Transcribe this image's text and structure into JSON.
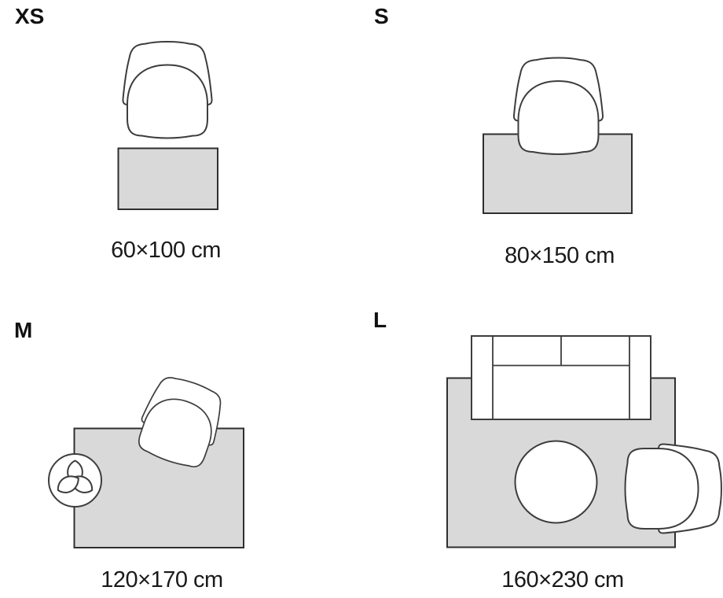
{
  "sizes": [
    {
      "id": "xs",
      "label": "XS",
      "caption": "60×100 cm",
      "furniture": [
        "armchair"
      ]
    },
    {
      "id": "s",
      "label": "S",
      "caption": "80×150 cm",
      "furniture": [
        "armchair"
      ]
    },
    {
      "id": "m",
      "label": "M",
      "caption": "120×170 cm",
      "furniture": [
        "armchair",
        "plant"
      ]
    },
    {
      "id": "l",
      "label": "L",
      "caption": "160×230 cm",
      "furniture": [
        "sofa",
        "coffee-table",
        "armchair"
      ]
    }
  ],
  "colors": {
    "rug_fill": "#d9d9d9",
    "rug_stroke": "#2f2f2f",
    "furniture_stroke": "#3d3d3d",
    "furniture_fill": "#ffffff",
    "text": "#1a1a1a",
    "background": "#ffffff"
  }
}
